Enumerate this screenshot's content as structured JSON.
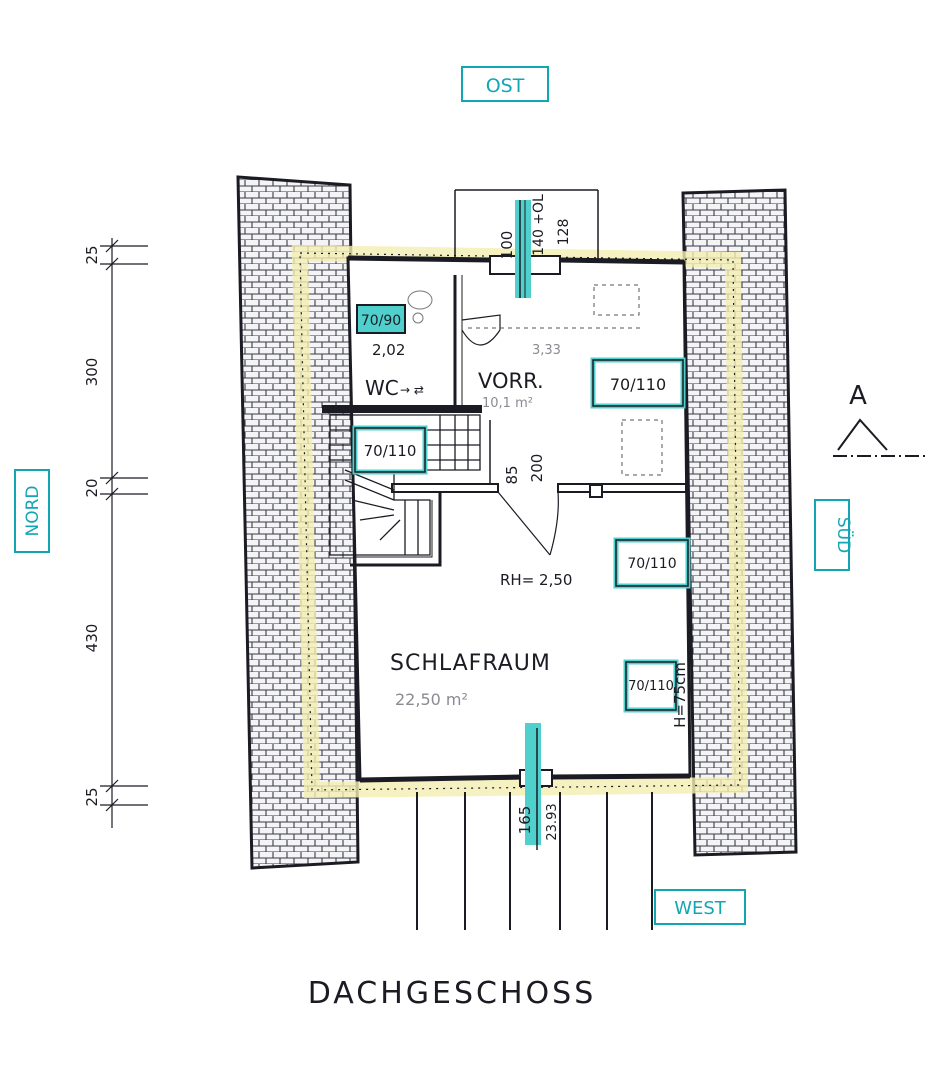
{
  "compass": {
    "east": "OST",
    "north": "NORD",
    "south": "SÜD",
    "west": "WEST"
  },
  "section_marker": "A",
  "floor_title": "DACHGESCHOSS",
  "dimensions": {
    "left": [
      "25",
      "300",
      "20",
      "430",
      "25"
    ],
    "window_top_width": "100",
    "window_top_sill": "140 +OL",
    "window_top_height": "128",
    "door_width": "85",
    "door_height": "200",
    "window_bottom_width": "165",
    "window_bottom_height": "23.93",
    "window_height_note": "H=75cm"
  },
  "rooms": {
    "wc": {
      "name": "WC",
      "area": "2,02"
    },
    "vorraum": {
      "name": "VORR.",
      "area": "10,1 m²",
      "area2": "3,33"
    },
    "schlafraum": {
      "name": "SCHLAFRAUM",
      "area": "22,50 m²",
      "room_height": "RH= 2,50"
    }
  },
  "windows": {
    "wc": "70/90",
    "vorraum": "70/110",
    "stair": "70/110",
    "schlaf_top": "70/110",
    "schlaf_bottom": "70/110"
  },
  "colors": {
    "ink": "#1b1b24",
    "highlight": "#4fd0cc",
    "compass": "#12a6b4",
    "wall_fill": "#fbf8d8"
  }
}
